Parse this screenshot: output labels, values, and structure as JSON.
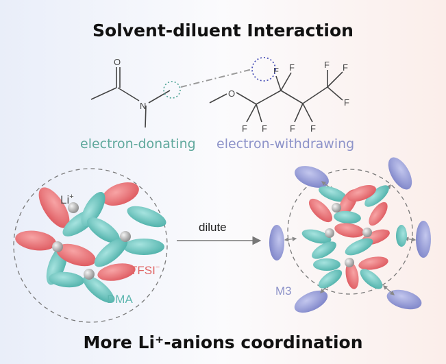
{
  "top_title": "Solvent-diluent Interaction",
  "bottom_title": "More Li⁺-anions coordination",
  "labels": {
    "electron_donating": "electron-donating",
    "electron_withdrawing": "electron-withdrawing",
    "dilute": "dilute",
    "li_ion": "Li",
    "li_charge": "+",
    "tfsi": "TFSI",
    "tfsi_charge": "−",
    "dma": "DMA",
    "m3": "M3"
  },
  "atoms": {
    "oxygen": "O",
    "nitrogen": "N",
    "fluorine": "F"
  },
  "colors": {
    "teal": "#5fa89c",
    "violet": "#8d93c9",
    "salmon": "#e36f6c",
    "cyan_ellipse": "#79cdc8",
    "pink_ellipse": "#f07c80",
    "lavender_ellipse": "#9aa0dc",
    "li_sphere": "#9a9a9a"
  }
}
